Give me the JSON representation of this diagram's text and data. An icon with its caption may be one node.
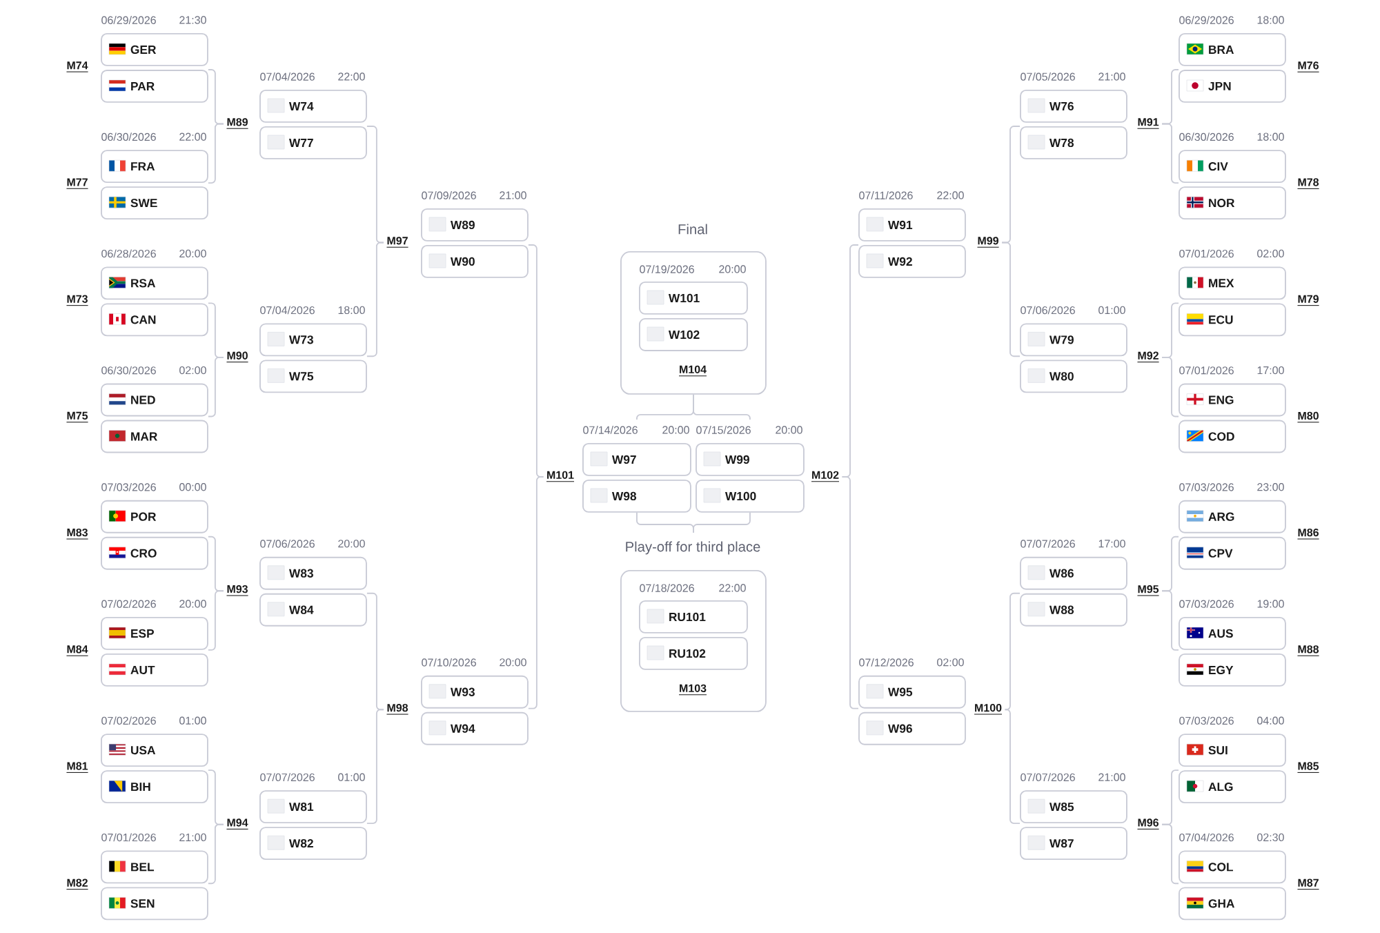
{
  "diagram": {
    "nodes": [
      {
        "text": [
          "GER"
        ],
        "beside": [
          "06/29/2026",
          "21:30"
        ]
      },
      {
        "text": [
          "PAR"
        ]
      },
      {
        "text": [
          "FRA"
        ],
        "beside": [
          "06/30/2026",
          "22:00"
        ]
      },
      {
        "text": [
          "SWE"
        ]
      },
      {
        "text": [
          "RSA"
        ],
        "beside": [
          "06/28/2026",
          "20:00"
        ]
      },
      {
        "text": [
          "CAN"
        ]
      },
      {
        "text": [
          "NED"
        ],
        "beside": [
          "06/30/2026",
          "02:00"
        ]
      },
      {
        "text": [
          "MAR"
        ]
      },
      {
        "text": [
          "POR"
        ],
        "beside": [
          "07/03/2026",
          "00:00"
        ]
      },
      {
        "text": [
          "CRO"
        ]
      },
      {
        "text": [
          "ESP"
        ],
        "beside": [
          "07/02/2026",
          "20:00"
        ]
      },
      {
        "text": [
          "AUT"
        ]
      },
      {
        "text": [
          "USA"
        ],
        "beside": [
          "07/02/2026",
          "01:00"
        ]
      },
      {
        "text": [
          "BIH"
        ]
      },
      {
        "text": [
          "BEL"
        ],
        "beside": [
          "07/01/2026",
          "21:00"
        ]
      },
      {
        "text": [
          "SEN"
        ]
      },
      {
        "text": [
          "M89"
        ]
      },
      {
        "text": [
          "M90"
        ]
      },
      {
        "text": [
          "M93"
        ]
      },
      {
        "text": [
          "M94"
        ]
      },
      {
        "text": [
          "W74"
        ],
        "beside": [
          "07/04/2026",
          "22:00"
        ]
      },
      {
        "text": [
          "W77"
        ]
      },
      {
        "text": [
          "W73"
        ],
        "beside": [
          "07/04/2026",
          "18:00"
        ]
      },
      {
        "text": [
          "W75"
        ]
      },
      {
        "text": [
          "W83"
        ],
        "beside": [
          "07/06/2026",
          "20:00"
        ]
      },
      {
        "text": [
          "W84"
        ]
      },
      {
        "text": [
          "W81"
        ],
        "beside": [
          "07/07/2026",
          "01:00"
        ]
      },
      {
        "text": [
          "W82"
        ]
      },
      {
        "text": [
          "M97"
        ]
      },
      {
        "text": [
          "M98"
        ]
      },
      {
        "text": [
          "W89"
        ],
        "beside": [
          "07/09/2026",
          "21:00"
        ]
      },
      {
        "text": [
          "W90"
        ]
      },
      {
        "text": [
          "W93"
        ],
        "beside": [
          "07/10/2026",
          "20:00"
        ]
      },
      {
        "text": [
          "W94"
        ]
      },
      {
        "text": [
          "M101"
        ]
      },
      {
        "text": [
          "Final",
          "07/19/2026",
          "20:00",
          "M104"
        ]
      },
      {
        "text": [
          "W101"
        ],
        "in": 35
      },
      {
        "text": [
          "W102"
        ],
        "in": 35
      },
      {
        "text": [
          "W97"
        ],
        "beside": [
          "07/14/2026",
          "20:00"
        ]
      },
      {
        "text": [
          "W98"
        ]
      },
      {
        "text": [
          "W99"
        ],
        "beside": [
          "07/15/2026",
          "20:00"
        ]
      },
      {
        "text": [
          "W100"
        ]
      },
      {
        "text": [
          "Play-off for third place",
          "07/18/2026",
          "22:00",
          "M103"
        ]
      },
      {
        "text": [
          "RU101"
        ],
        "in": 42
      },
      {
        "text": [
          "RU102"
        ],
        "in": 42
      },
      {
        "text": [
          "M102"
        ]
      },
      {
        "text": [
          "W91"
        ],
        "beside": [
          "07/11/2026",
          "22:00"
        ]
      },
      {
        "text": [
          "W92"
        ]
      },
      {
        "text": [
          "W95"
        ],
        "beside": [
          "07/12/2026",
          "02:00"
        ]
      },
      {
        "text": [
          "W96"
        ]
      },
      {
        "text": [
          "M99"
        ]
      },
      {
        "text": [
          "M100"
        ]
      },
      {
        "text": [
          "W76"
        ],
        "beside": [
          "07/05/2026",
          "21:00"
        ]
      },
      {
        "text": [
          "W78"
        ]
      },
      {
        "text": [
          "W79"
        ],
        "beside": [
          "07/06/2026",
          "01:00"
        ]
      },
      {
        "text": [
          "W80"
        ]
      },
      {
        "text": [
          "W86"
        ],
        "beside": [
          "07/07/2026",
          "17:00"
        ]
      },
      {
        "text": [
          "W88"
        ]
      },
      {
        "text": [
          "W85"
        ],
        "beside": [
          "07/07/2026",
          "21:00"
        ]
      },
      {
        "text": [
          "W87"
        ]
      },
      {
        "text": [
          "M91"
        ]
      },
      {
        "text": [
          "M92"
        ]
      },
      {
        "text": [
          "M95"
        ]
      },
      {
        "text": [
          "M96"
        ]
      },
      {
        "text": [
          "BRA"
        ],
        "beside": [
          "06/29/2026",
          "18:00"
        ]
      },
      {
        "text": [
          "JPN"
        ]
      },
      {
        "text": [
          "CIV"
        ],
        "beside": [
          "06/30/2026",
          "18:00"
        ]
      },
      {
        "text": [
          "NOR"
        ]
      },
      {
        "text": [
          "MEX"
        ],
        "beside": [
          "07/01/2026",
          "02:00"
        ]
      },
      {
        "text": [
          "ECU"
        ]
      },
      {
        "text": [
          "ENG"
        ],
        "beside": [
          "07/01/2026",
          "17:00"
        ]
      },
      {
        "text": [
          "COD"
        ]
      },
      {
        "text": [
          "ARG"
        ],
        "beside": [
          "07/03/2026",
          "23:00"
        ]
      },
      {
        "text": [
          "CPV"
        ]
      },
      {
        "text": [
          "AUS"
        ],
        "beside": [
          "07/03/2026",
          "19:00"
        ]
      },
      {
        "text": [
          "EGY"
        ]
      },
      {
        "text": [
          "SUI"
        ],
        "beside": [
          "07/03/2026",
          "04:00"
        ]
      },
      {
        "text": [
          "ALG"
        ]
      },
      {
        "text": [
          "COL"
        ],
        "beside": [
          "07/04/2026",
          "02:30"
        ]
      },
      {
        "text": [
          "GHA"
        ]
      }
    ],
    "edges": [
      {
        "from": 1,
        "to": 16,
        "arrow": "none"
      },
      {
        "from": 2,
        "to": 16,
        "arrow": "none"
      },
      {
        "from": 5,
        "to": 17,
        "arrow": "none"
      },
      {
        "from": 6,
        "to": 17,
        "arrow": "none"
      },
      {
        "from": 9,
        "to": 18,
        "arrow": "none"
      },
      {
        "from": 10,
        "to": 18,
        "arrow": "none"
      },
      {
        "from": 13,
        "to": 19,
        "arrow": "none"
      },
      {
        "from": 14,
        "to": 19,
        "arrow": "none"
      },
      {
        "from": 21,
        "to": 28,
        "arrow": "none"
      },
      {
        "from": 22,
        "to": 28,
        "arrow": "none"
      },
      {
        "from": 25,
        "to": 29,
        "arrow": "none"
      },
      {
        "from": 26,
        "to": 29,
        "arrow": "none"
      },
      {
        "from": 31,
        "to": 34,
        "arrow": "none"
      },
      {
        "from": 32,
        "to": 34,
        "arrow": "none"
      },
      {
        "from": 38,
        "to": 35,
        "arrow": "none"
      },
      {
        "from": 40,
        "to": 35,
        "arrow": "none"
      },
      {
        "from": 39,
        "to": 42,
        "arrow": "none"
      },
      {
        "from": 41,
        "to": 42,
        "arrow": "none"
      },
      {
        "from": 47,
        "to": 45,
        "arrow": "none"
      },
      {
        "from": 48,
        "to": 45,
        "arrow": "none"
      },
      {
        "from": 53,
        "to": 50,
        "arrow": "none"
      },
      {
        "from": 54,
        "to": 50,
        "arrow": "none"
      },
      {
        "from": 57,
        "to": 51,
        "arrow": "none"
      },
      {
        "from": 58,
        "to": 51,
        "arrow": "none"
      },
      {
        "from": 65,
        "to": 60,
        "arrow": "none"
      },
      {
        "from": 66,
        "to": 60,
        "arrow": "none"
      },
      {
        "from": 69,
        "to": 61,
        "arrow": "none"
      },
      {
        "from": 70,
        "to": 61,
        "arrow": "none"
      },
      {
        "from": 73,
        "to": 62,
        "arrow": "none"
      },
      {
        "from": 74,
        "to": 62,
        "arrow": "none"
      },
      {
        "from": 77,
        "to": 63,
        "arrow": "none"
      },
      {
        "from": 78,
        "to": 63,
        "arrow": "none"
      }
    ],
    "labels": [
      "M74",
      "M77",
      "M73",
      "M75",
      "M83",
      "M84",
      "M81",
      "M82",
      "M76",
      "M78",
      "M79",
      "M80",
      "M86",
      "M88",
      "M85",
      "M87"
    ]
  }
}
